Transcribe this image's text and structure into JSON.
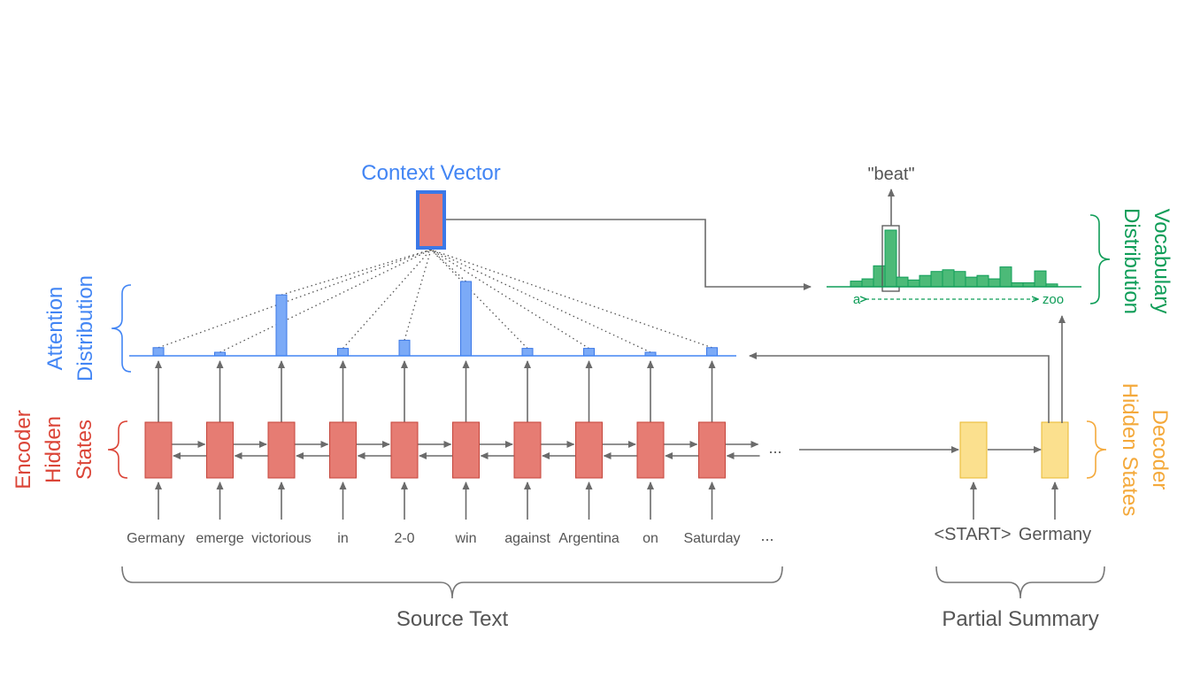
{
  "colors": {
    "encoder": "#e67c73",
    "encoder_stroke": "#c4453b",
    "decoder": "#fbe08e",
    "decoder_stroke": "#e8b72c",
    "attention": "#7baaf7",
    "attention_stroke": "#3b78e7",
    "vocab": "#4cba78",
    "vocab_stroke": "#0f9d58",
    "encoder_label": "#db4437",
    "decoder_label": "#f4a93b",
    "attention_label": "#4285f4",
    "vocab_label": "#0f9d58",
    "text": "#555555",
    "arrow": "#6b6b6b"
  },
  "labels": {
    "context_vector": "Context Vector",
    "beat": "\"beat\"",
    "vocab_start": "a",
    "vocab_end": "zoo",
    "attention_line1": "Attention",
    "attention_line2": "Distribution",
    "encoder_line1": "Encoder",
    "encoder_line2": "Hidden",
    "encoder_line3": "States",
    "decoder_line1": "Decoder",
    "decoder_line2": "Hidden States",
    "vocab_line1": "Vocabulary",
    "vocab_line2": "Distribution",
    "source_text": "Source Text",
    "partial_summary": "Partial Summary",
    "ellipsis": "..."
  },
  "source_words": [
    "Germany",
    "emerge",
    "victorious",
    "in",
    "2-0",
    "win",
    "against",
    "Argentina",
    "on",
    "Saturday"
  ],
  "summary_words": [
    "<START>",
    "Germany"
  ],
  "attention_weights": [
    0.11,
    0.04,
    0.82,
    0.1,
    0.21,
    1.0,
    0.1,
    0.1,
    0.04,
    0.11
  ],
  "vocab_distribution": [
    0.1,
    0.14,
    0.37,
    1.0,
    0.17,
    0.12,
    0.2,
    0.27,
    0.3,
    0.27,
    0.17,
    0.2,
    0.14,
    0.35,
    0.07,
    0.07,
    0.28,
    0.05
  ],
  "vocab_selected_index": 3
}
